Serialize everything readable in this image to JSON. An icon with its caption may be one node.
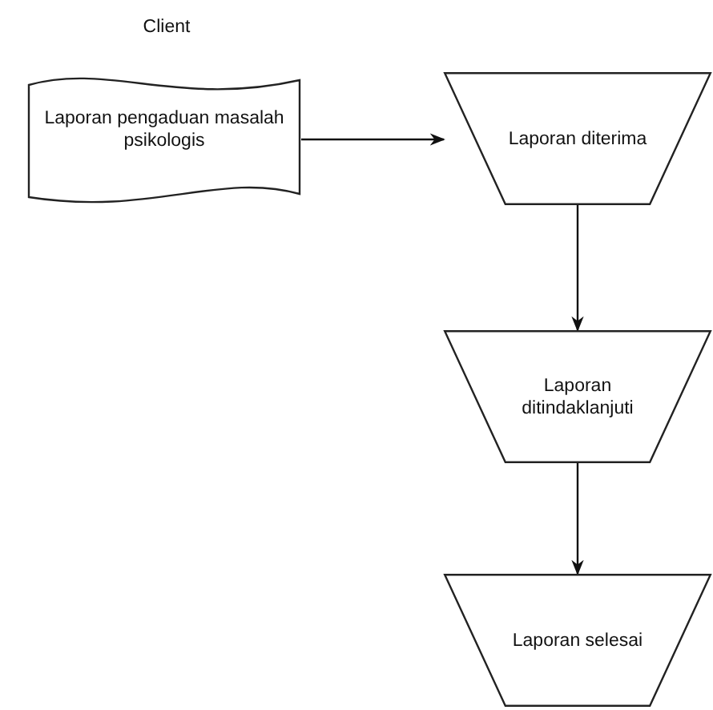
{
  "diagram": {
    "nodes": [
      {
        "text": [
          "Laporan pengaduan masalah psikologis"
        ]
      },
      {
        "text": [
          "Laporan diterima"
        ]
      },
      {
        "text": [
          "Laporan ditindaklanjuti"
        ]
      },
      {
        "text": [
          "Laporan selesai"
        ]
      }
    ],
    "edges": [
      {
        "from": 0,
        "to": 1,
        "arrow": "to"
      },
      {
        "from": 1,
        "to": 2,
        "arrow": "to"
      },
      {
        "from": 2,
        "to": 3,
        "arrow": "to"
      }
    ],
    "labels": [
      "Client"
    ]
  }
}
